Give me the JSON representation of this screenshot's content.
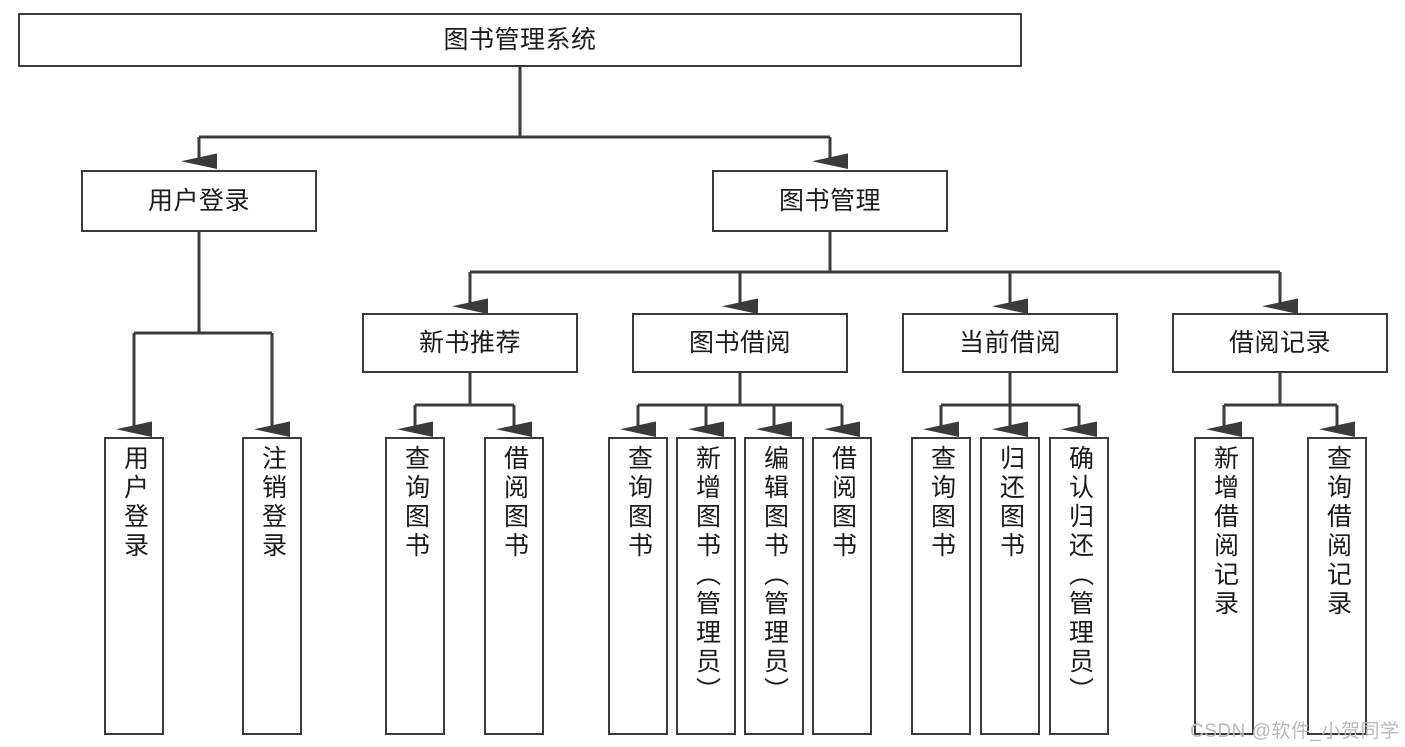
{
  "diagram": {
    "title": "图书管理系统",
    "type": "hierarchy-tree",
    "orientation": "top-down",
    "colors": {
      "node_border": "#3b3b3b",
      "node_fill": "#ffffff",
      "edge": "#3b3b3b",
      "text": "#1b1b1b",
      "watermark": "#b9b9b9",
      "background": "#ffffff"
    },
    "root": {
      "id": "root",
      "label": "图书管理系统"
    },
    "level2": [
      {
        "id": "user-login",
        "label": "用户登录"
      },
      {
        "id": "book-manage",
        "label": "图书管理"
      }
    ],
    "level3": [
      {
        "id": "new-book-recommend",
        "label": "新书推荐",
        "parent": "book-manage"
      },
      {
        "id": "book-borrow",
        "label": "图书借阅",
        "parent": "book-manage"
      },
      {
        "id": "current-borrow",
        "label": "当前借阅",
        "parent": "book-manage"
      },
      {
        "id": "borrow-record",
        "label": "借阅记录",
        "parent": "book-manage"
      }
    ],
    "leaves": {
      "user_login": [
        {
          "id": "leaf-user-login",
          "label": "用户登录"
        },
        {
          "id": "leaf-user-logout",
          "label": "注销登录"
        }
      ],
      "new_book_recommend": [
        {
          "id": "leaf-query-book-1",
          "label": "查询图书"
        },
        {
          "id": "leaf-borrow-book-1",
          "label": "借阅图书"
        }
      ],
      "book_borrow": [
        {
          "id": "leaf-query-book-2",
          "label": "查询图书"
        },
        {
          "id": "leaf-add-book",
          "label": "新增图书（管理员）"
        },
        {
          "id": "leaf-edit-book",
          "label": "编辑图书（管理员）"
        },
        {
          "id": "leaf-borrow-book-2",
          "label": "借阅图书"
        }
      ],
      "current_borrow": [
        {
          "id": "leaf-query-book-3",
          "label": "查询图书"
        },
        {
          "id": "leaf-return-book",
          "label": "归还图书"
        },
        {
          "id": "leaf-confirm-return",
          "label": "确认归还（管理员）"
        }
      ],
      "borrow_record": [
        {
          "id": "leaf-add-record",
          "label": "新增借阅记录"
        },
        {
          "id": "leaf-query-record",
          "label": "查询借阅记录"
        }
      ]
    }
  },
  "watermark": {
    "text": "CSDN @软件_小贺同学"
  }
}
